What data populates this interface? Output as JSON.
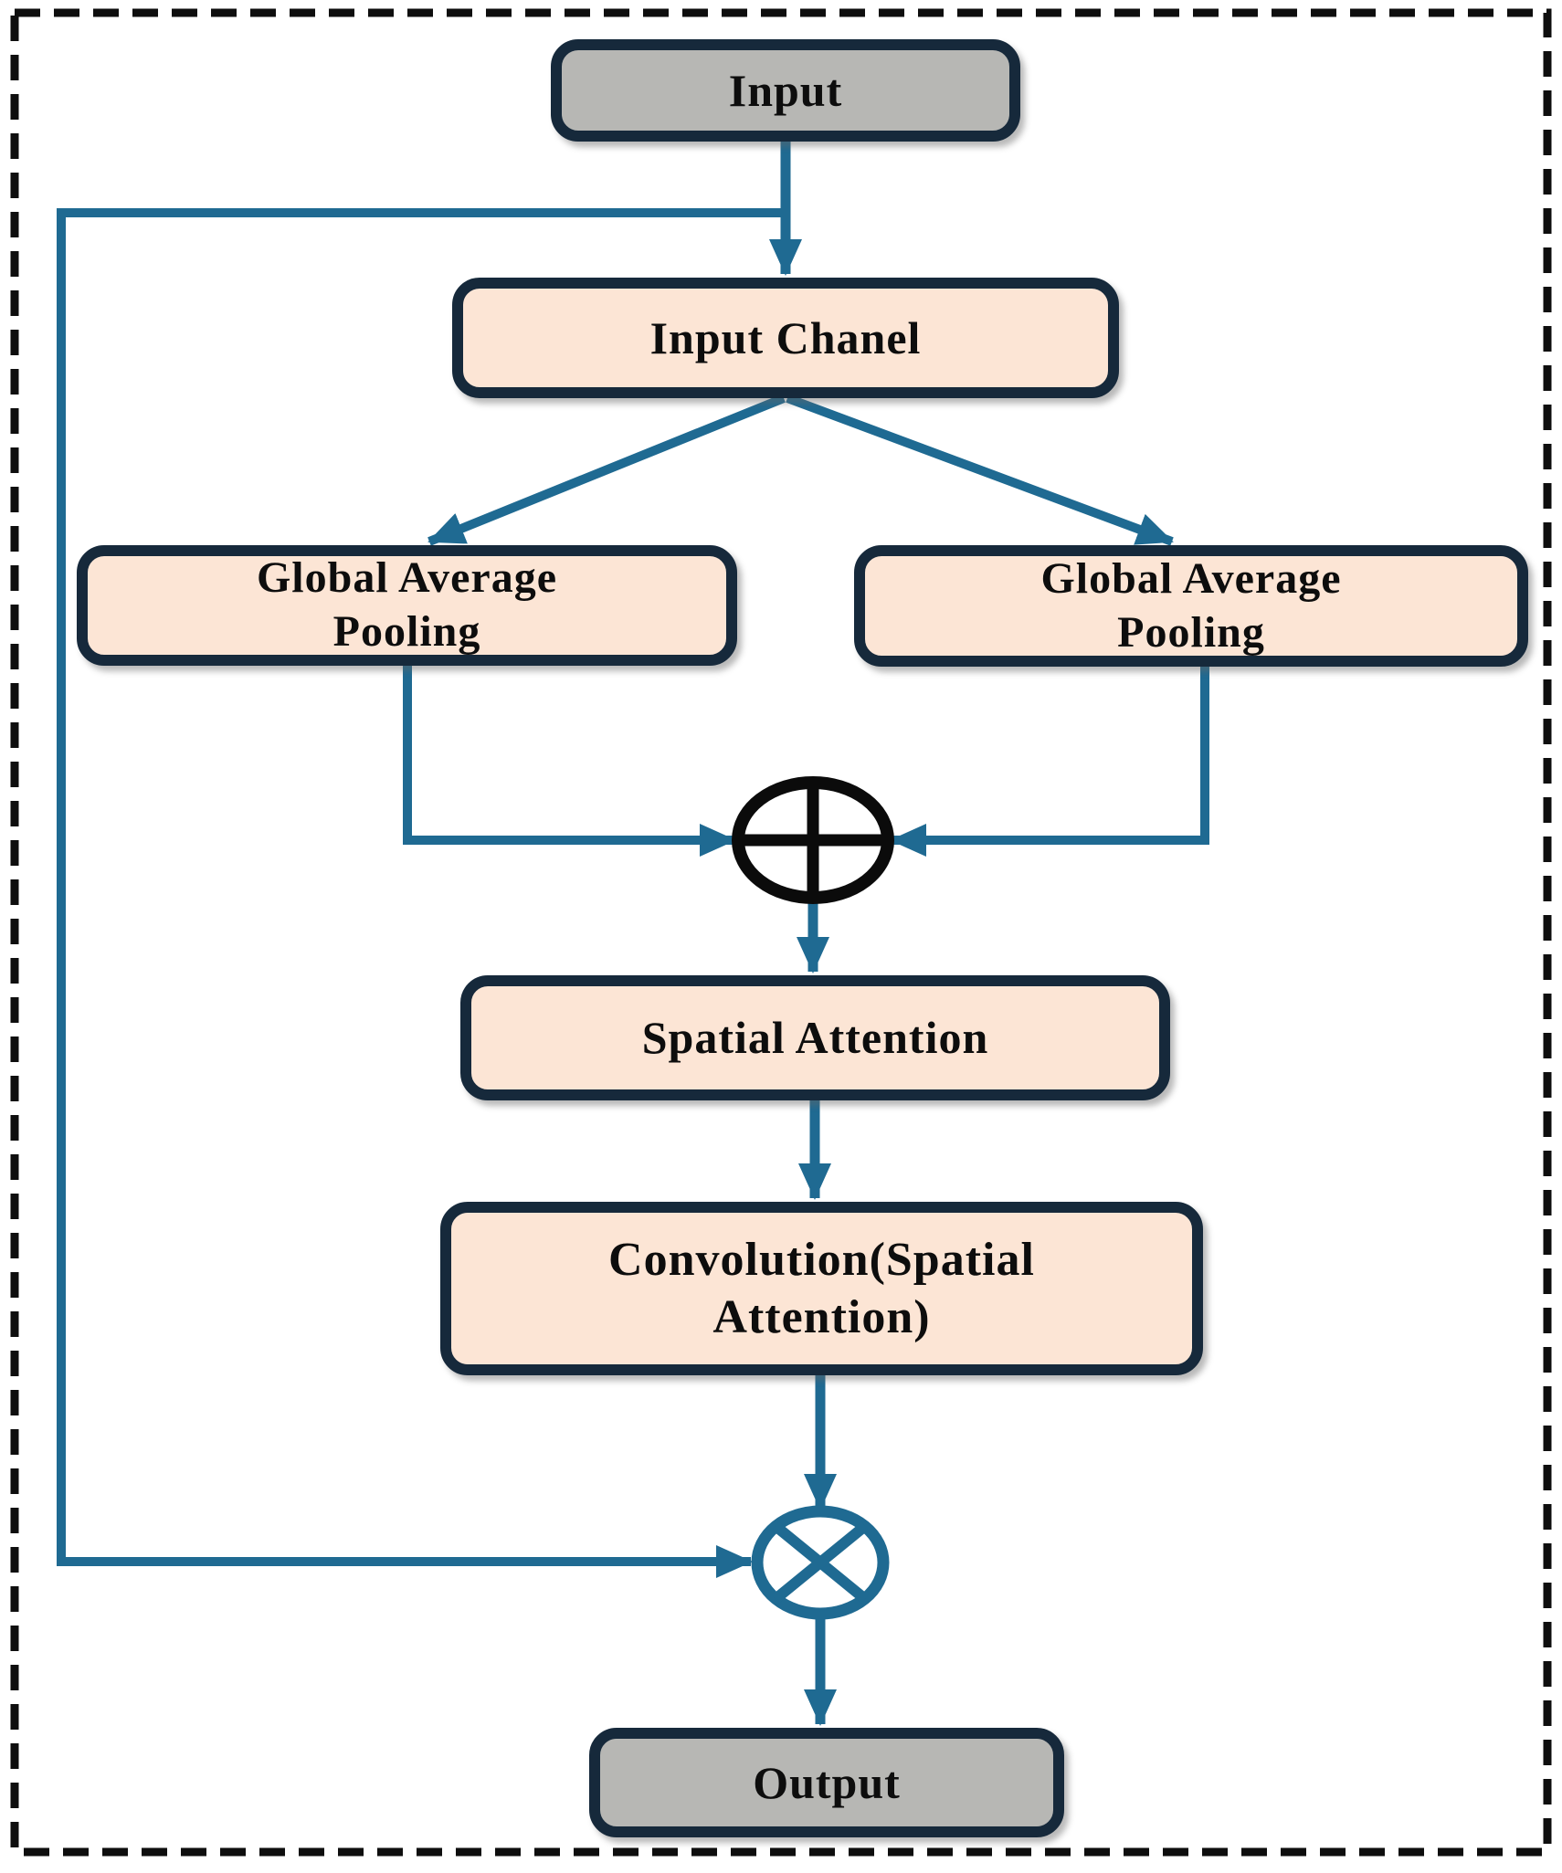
{
  "figure": {
    "type": "flowchart",
    "description": "Channel / spatial attention module block diagram",
    "nodes": {
      "input": "Input",
      "input_chanel": "Input Chanel",
      "gap_left": "Global Average Pooling",
      "gap_right": "Global Average Pooling",
      "spatial_attention": "Spatial Attention",
      "convolution": "Convolution(Spatial Attention)",
      "output": "Output"
    },
    "operators": {
      "add": "circled-plus-icon",
      "multiply": "circled-times-icon"
    },
    "edges": [
      {
        "from": "input",
        "to": "input_chanel"
      },
      {
        "from": "input",
        "to": "multiply",
        "note": "skip connection down left side"
      },
      {
        "from": "input_chanel",
        "to": "gap_left"
      },
      {
        "from": "input_chanel",
        "to": "gap_right"
      },
      {
        "from": "gap_left",
        "to": "add"
      },
      {
        "from": "gap_right",
        "to": "add"
      },
      {
        "from": "add",
        "to": "spatial_attention"
      },
      {
        "from": "spatial_attention",
        "to": "convolution"
      },
      {
        "from": "convolution",
        "to": "multiply"
      },
      {
        "from": "multiply",
        "to": "output"
      }
    ],
    "colors": {
      "box_fill_light": "#fce5d5",
      "box_fill_gray": "#b7b7b4",
      "box_border": "#16293b",
      "connector": "#1f6a92",
      "operator_add_stroke": "#0b0b0b",
      "operator_multiply_stroke": "#1f6a92",
      "frame_border": "#0e0e0e",
      "text": "#0d0d0d",
      "background": "#ffffff"
    }
  }
}
